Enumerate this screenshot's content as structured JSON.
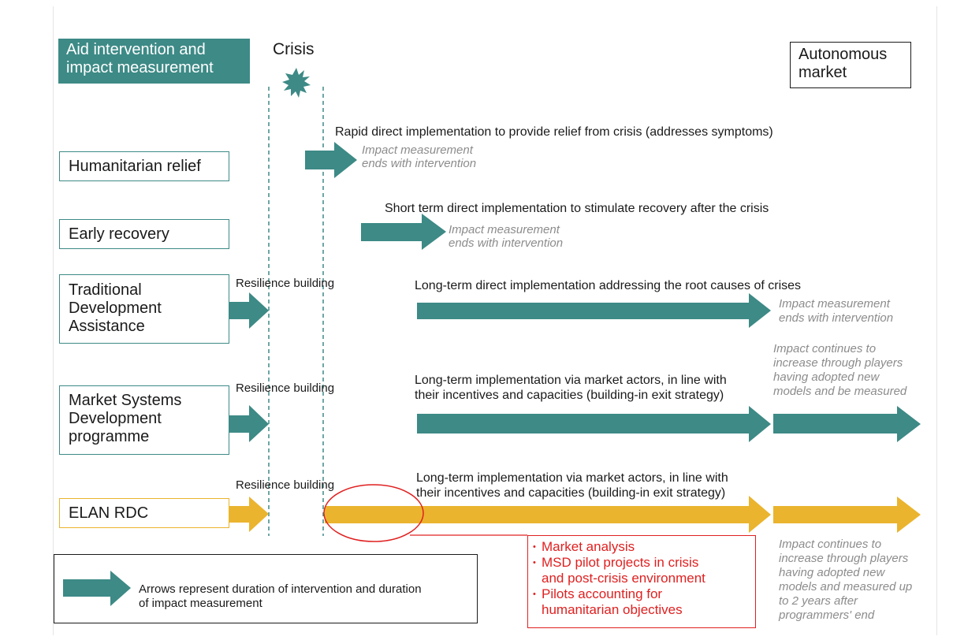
{
  "header": {
    "title_box_line1": "Aid intervention and",
    "title_box_line2": "impact measurement",
    "crisis_label": "Crisis",
    "autonomous_line1": "Autonomous",
    "autonomous_line2": "market"
  },
  "rows": {
    "humanitarian": {
      "label": "Humanitarian relief",
      "description": "Rapid direct implementation to provide relief from crisis (addresses symptoms)",
      "impact_line1": "Impact measurement",
      "impact_line2": "ends with intervention"
    },
    "early": {
      "label": "Early recovery",
      "description": "Short term direct implementation to stimulate recovery after the crisis",
      "impact_line1": "Impact measurement",
      "impact_line2": "ends with intervention"
    },
    "tda": {
      "label_line1": "Traditional",
      "label_line2": "Development",
      "label_line3": "Assistance",
      "resilience": "Resilience building",
      "description": "Long-term direct implementation addressing the root causes of crises",
      "impact_line1": "Impact measurement",
      "impact_line2": "ends with intervention"
    },
    "msd": {
      "label_line1": "Market Systems",
      "label_line2": "Development",
      "label_line3": "programme",
      "resilience": "Resilience building",
      "description_line1": "Long-term implementation via market actors, in line with",
      "description_line2": "their incentives and capacities (building-in exit strategy)",
      "impact_line1": "Impact continues to",
      "impact_line2": "increase through players",
      "impact_line3": "having adopted new",
      "impact_line4": "models and be measured"
    },
    "elan": {
      "label": "ELAN RDC",
      "resilience": "Resilience building",
      "description_line1": "Long-term implementation via market actors, in line with",
      "description_line2": "their incentives and capacities (building-in exit strategy)",
      "impact_line1": "Impact continues to",
      "impact_line2": "increase through players",
      "impact_line3": "having adopted new",
      "impact_line4": "models and measured up",
      "impact_line5": "to 2 years after",
      "impact_line6": "programmers' end"
    }
  },
  "callout": {
    "item1": "Market analysis",
    "item2_line1": "MSD pilot projects in crisis",
    "item2_line2": "and post-crisis environment",
    "item3_line1": "Pilots accounting for",
    "item3_line2": "humanitarian objectives"
  },
  "legend": {
    "line1": "Arrows represent duration of intervention and duration",
    "line2": "of impact measurement"
  },
  "colors": {
    "teal": "#3d8a86",
    "teal_dashed": "#3d8a86",
    "gold": "#eab42e",
    "red": "#e02020",
    "gray_text": "#8c8c8c"
  }
}
